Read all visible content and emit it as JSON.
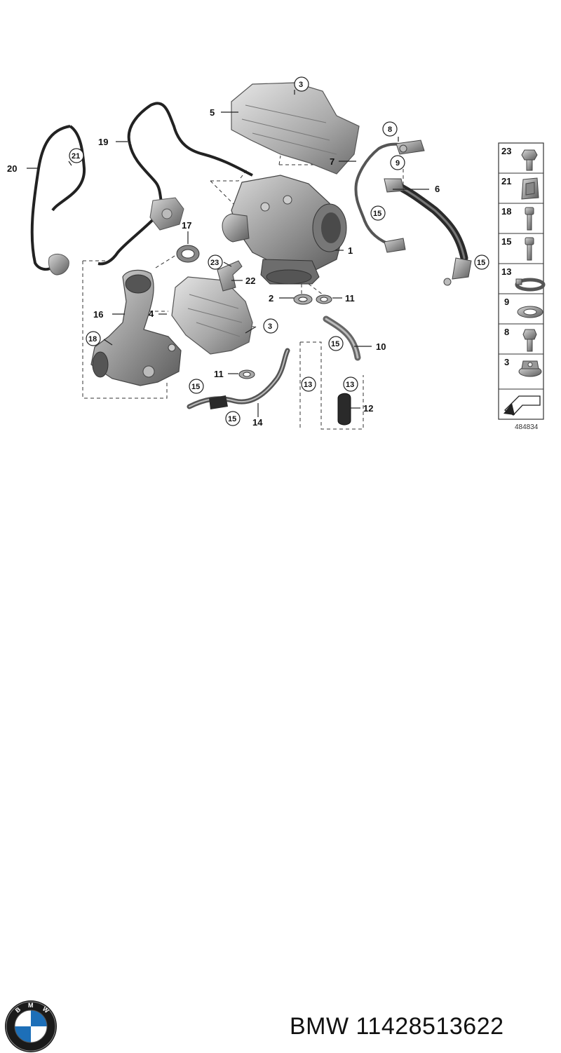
{
  "diagram": {
    "callouts": [
      "1",
      "2",
      "3",
      "4",
      "5",
      "6",
      "7",
      "10",
      "11",
      "12",
      "14",
      "16",
      "17",
      "19",
      "20",
      "22"
    ],
    "circled_callouts": [
      "3",
      "8",
      "9",
      "13",
      "15",
      "18",
      "21",
      "23"
    ],
    "reference_number": "484834"
  },
  "legend": {
    "items": [
      {
        "num": "23",
        "icon": "bolt-icon"
      },
      {
        "num": "21",
        "icon": "clip-nut-icon"
      },
      {
        "num": "18",
        "icon": "screw-icon"
      },
      {
        "num": "15",
        "icon": "screw-icon"
      },
      {
        "num": "13",
        "icon": "hose-clamp-icon"
      },
      {
        "num": "9",
        "icon": "sealing-ring-icon"
      },
      {
        "num": "8",
        "icon": "banjo-bolt-icon"
      },
      {
        "num": "3",
        "icon": "collar-nut-icon"
      }
    ]
  },
  "footer": {
    "brand_logo_letters": "BMW",
    "part_label": "BMW 11428513622"
  }
}
